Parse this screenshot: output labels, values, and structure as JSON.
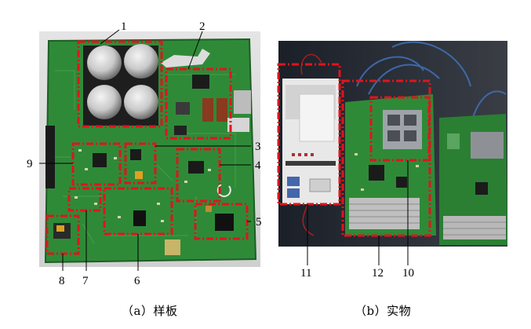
{
  "colors": {
    "pcb_green": "#2f8a38",
    "pcb_dark": "#1f6a28",
    "highlight_box": "#e0141c",
    "leader_line": "#000000",
    "photo_dark": "#252a33"
  },
  "figure_a": {
    "caption": "（a）样板",
    "labels": {
      "l1": "1",
      "l2": "2",
      "l3": "3",
      "l4": "4",
      "l5": "5",
      "l6": "6",
      "l7": "7",
      "l8": "8",
      "l9": "9"
    }
  },
  "figure_b": {
    "caption": "（b）实物",
    "labels": {
      "l10": "10",
      "l11": "11",
      "l12": "12"
    }
  }
}
